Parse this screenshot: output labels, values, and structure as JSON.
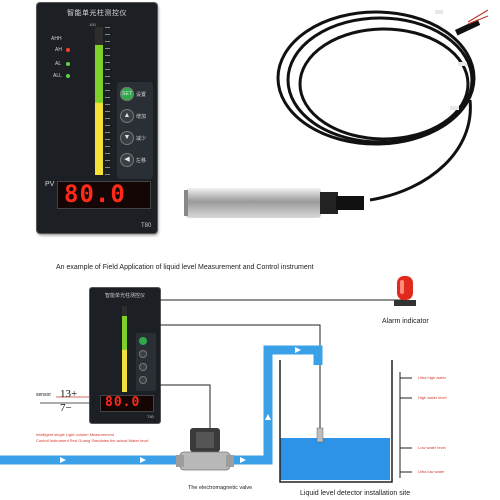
{
  "meter_top": {
    "title": "智能单光柱测控仪",
    "indicators": [
      "AHH",
      "AH",
      "AL",
      "ALL"
    ],
    "buttons": [
      {
        "symbol": "SET",
        "label": "设置"
      },
      {
        "symbol": "▲",
        "label": "增加"
      },
      {
        "symbol": "▼",
        "label": "减少"
      },
      {
        "symbol": "◀",
        "label": "左移"
      }
    ],
    "pv_label": "PV",
    "display_value": "80.0",
    "model": "T80",
    "scale_top": "100",
    "bar_level": 0.88
  },
  "diagram": {
    "heading": "An example of Field Application of liquid level Measurement and Control instrument",
    "alarm_label": "Alarm indicator",
    "sensor_label": "sensor",
    "sensor_signal_plus": "13+",
    "sensor_signal_minus": "7−",
    "instrument_note_1": "Intelligent single Light column Measurement",
    "instrument_note_2": "Control instrument Red Guang Simulates the actual Water level",
    "valve_label": "The electromagnetic valve",
    "site_label": "Liquid level detector installation site",
    "levels": [
      {
        "label": "Ultra high water"
      },
      {
        "label": "High water level"
      },
      {
        "label": "Low water level"
      },
      {
        "label": "Ultra low water"
      }
    ],
    "meter_value": "80.0",
    "meter_title": "智能单光柱测控仪",
    "meter_model": "T80"
  },
  "colors": {
    "pipe": "#3aa0e8",
    "water": "#2d93e6",
    "meter_body": "#1c1f24",
    "segment_red": "#ff2a1a",
    "bar_green": "#7fd12a",
    "bar_yellow": "#f3e13a"
  }
}
